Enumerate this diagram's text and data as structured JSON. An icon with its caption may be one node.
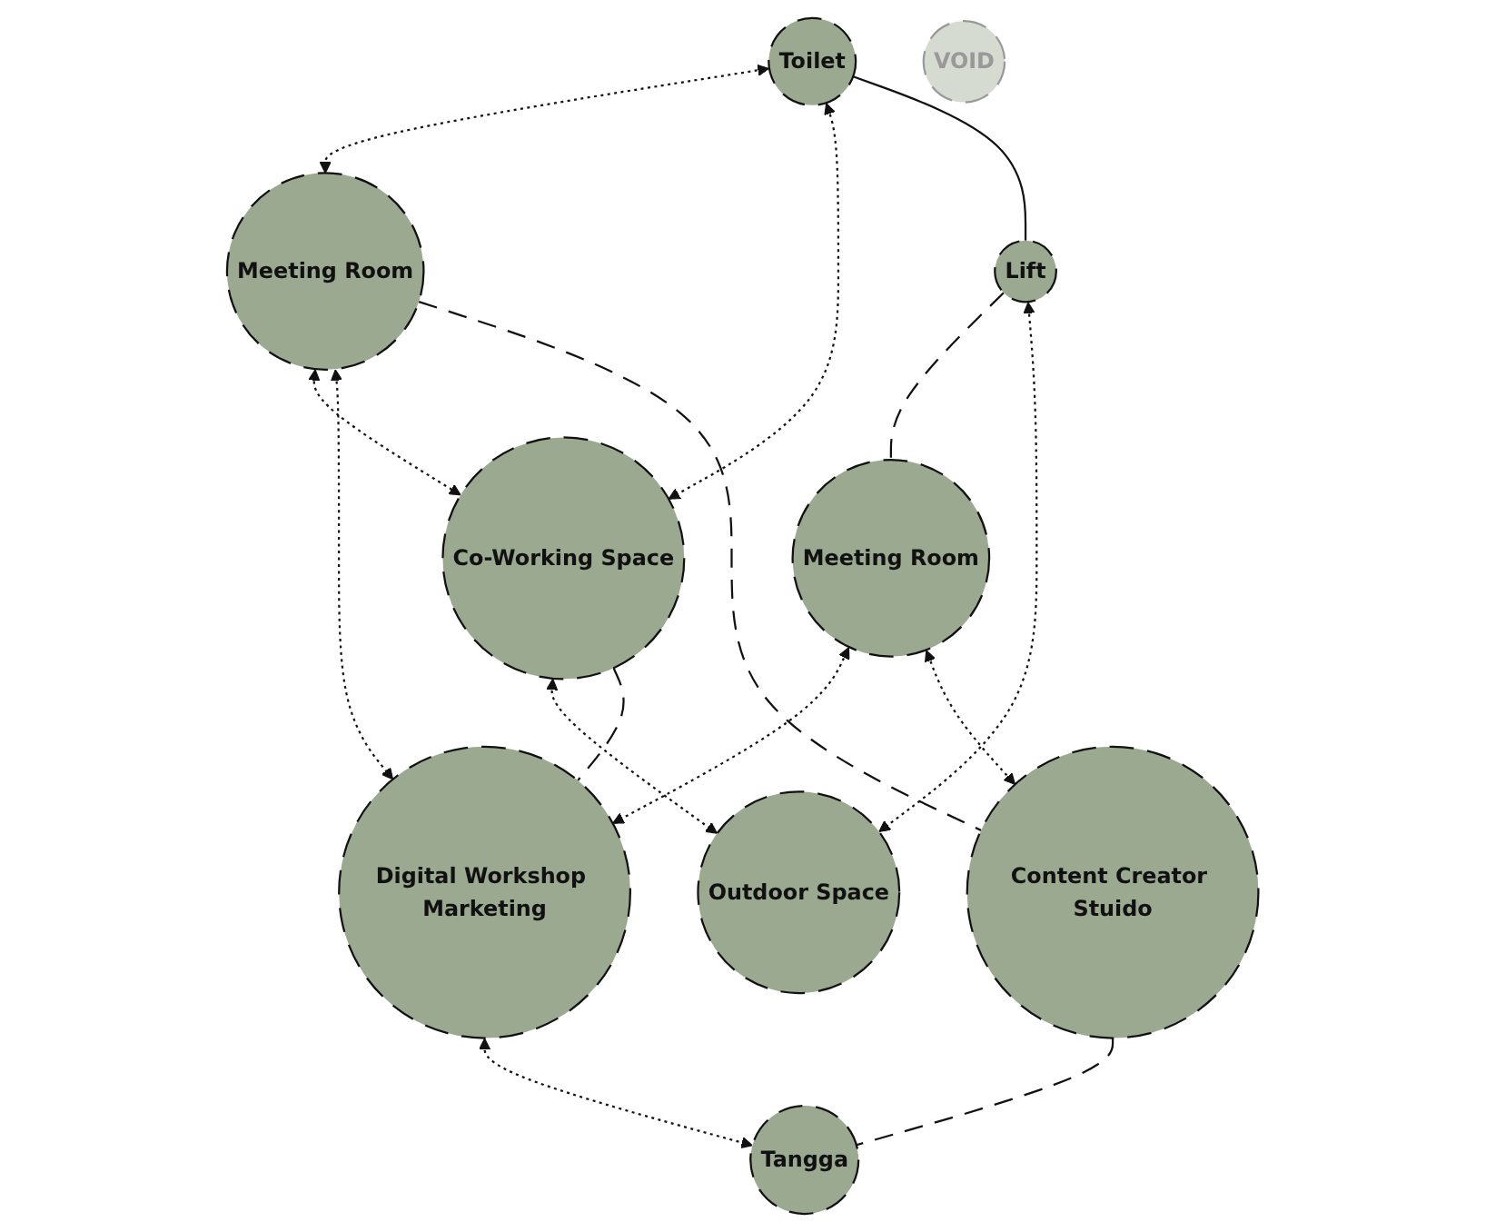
{
  "diagram": {
    "nodes": [
      {
        "text": [
          "Toilet"
        ]
      },
      {
        "text": [
          "Meeting Room"
        ]
      },
      {
        "text": [
          "Meeting Room"
        ]
      },
      {
        "text": [
          "Content Creator Stuido"
        ]
      },
      {
        "text": [
          "Lift"
        ]
      },
      {
        "text": [
          "Co-Working Space"
        ]
      },
      {
        "text": [
          "Digital Workshop Marketing"
        ]
      },
      {
        "text": [
          "Outdoor Space"
        ]
      },
      {
        "text": [
          "Tangga"
        ]
      },
      {
        "text": [
          "VOID"
        ]
      }
    ],
    "edges": [
      {
        "from": 0,
        "to": 1,
        "arrow": "both",
        "style": "dashed"
      },
      {
        "from": 0,
        "to": 5,
        "arrow": "both",
        "style": "dashed"
      },
      {
        "from": 0,
        "to": 4,
        "arrow": "none"
      },
      {
        "from": 1,
        "to": 5,
        "arrow": "both",
        "style": "dashed"
      },
      {
        "from": 1,
        "to": 6,
        "arrow": "both",
        "style": "dashed"
      },
      {
        "from": 1,
        "to": 3,
        "arrow": "none",
        "style": "dashed"
      },
      {
        "from": 2,
        "to": 6,
        "arrow": "both",
        "style": "dashed"
      },
      {
        "from": 2,
        "to": 3,
        "arrow": "both",
        "style": "dashed"
      },
      {
        "from": 4,
        "to": 2,
        "arrow": "none",
        "style": "dashed"
      },
      {
        "from": 4,
        "to": 7,
        "arrow": "both",
        "style": "dashed"
      },
      {
        "from": 5,
        "to": 7,
        "arrow": "both",
        "style": "dashed"
      },
      {
        "from": 5,
        "to": 6,
        "arrow": "none",
        "style": "dashed"
      },
      {
        "from": 6,
        "to": 8,
        "arrow": "both",
        "style": "dashed"
      },
      {
        "from": 3,
        "to": 8,
        "arrow": "none",
        "style": "dashed"
      }
    ]
  }
}
